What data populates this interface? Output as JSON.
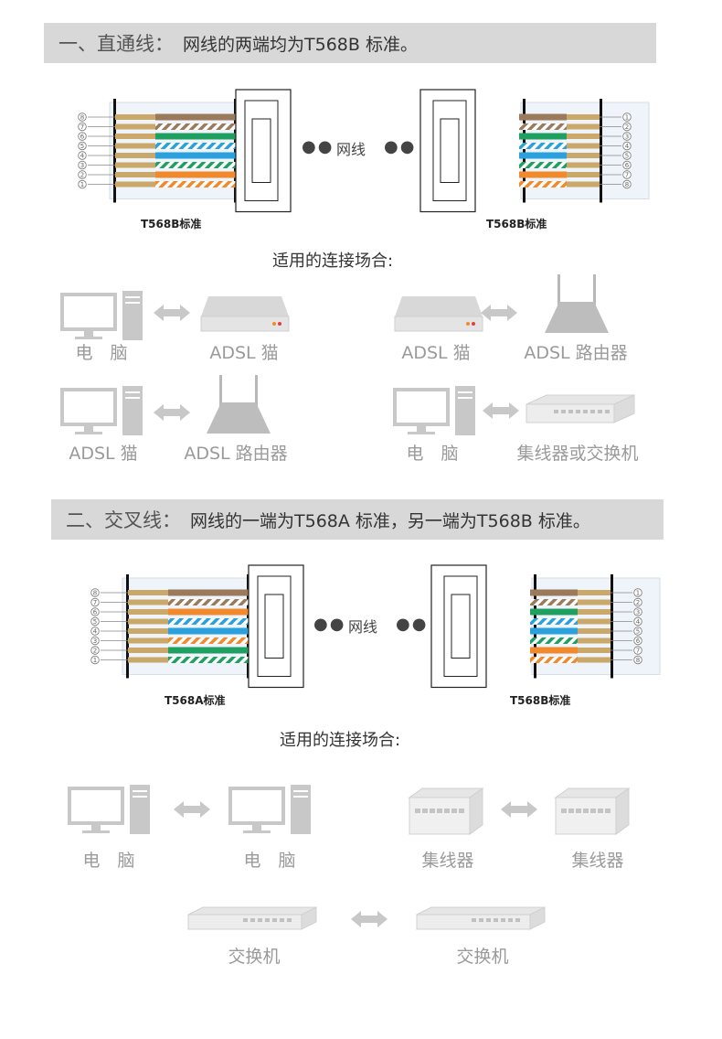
{
  "section1": {
    "banner_num": "一、直通线：",
    "banner_text": "网线的两端均为T568B 标准。",
    "left_label": "T568B标准",
    "right_label": "T568B标准",
    "cable_text": "网线",
    "pins_left": [
      "8",
      "7",
      "6",
      "5",
      "4",
      "3",
      "2",
      "1"
    ],
    "pins_right": [
      "1",
      "2",
      "3",
      "4",
      "5",
      "6",
      "7",
      "8"
    ],
    "subtitle": "适用的连接场合:",
    "pairs": [
      {
        "a": "电　脑",
        "b": "ADSL 猫"
      },
      {
        "a": "ADSL 猫",
        "b": "ADSL 路由器"
      },
      {
        "a": "ADSL 猫",
        "b": "ADSL 路由器"
      },
      {
        "a": "电　脑",
        "b": "集线器或交换机"
      }
    ]
  },
  "section2": {
    "banner_num": "二、交叉线：",
    "banner_text": "网线的一端为T568A 标准，另一端为T568B 标准。",
    "left_label": "T568A标准",
    "right_label": "T568B标准",
    "cable_text": "网线",
    "pins_left": [
      "8",
      "7",
      "6",
      "5",
      "4",
      "3",
      "2",
      "1"
    ],
    "pins_right": [
      "1",
      "2",
      "3",
      "4",
      "5",
      "6",
      "7",
      "8"
    ],
    "subtitle": "适用的连接场合:",
    "pairs": [
      {
        "a": "电　脑",
        "b": "电　脑"
      },
      {
        "a": "集线器",
        "b": "集线器"
      },
      {
        "a": "交换机",
        "b": "交换机"
      }
    ]
  },
  "colors": {
    "banner_bg": "#d8d8d8",
    "orange": "#f08a2c",
    "green": "#20a060",
    "blue": "#2aa0dc",
    "brown": "#9a7a5a",
    "icon_gray": "#bdbdbd"
  },
  "wires": {
    "t568b_top_to_bottom": [
      "brown",
      "brown-white",
      "green",
      "blue-white",
      "blue",
      "green-white",
      "orange",
      "orange-white"
    ],
    "t568a_top_to_bottom": [
      "brown",
      "brown-white",
      "orange",
      "blue-white",
      "blue",
      "orange-white",
      "green",
      "green-white"
    ]
  }
}
